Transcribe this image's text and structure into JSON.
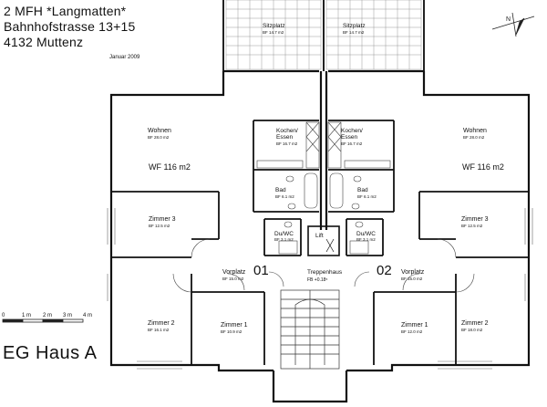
{
  "header": {
    "line1": "2 MFH *Langmatten*",
    "line2": "Bahnhofstrasse 13+15",
    "line3": "4132 Muttenz",
    "date": "Januar 2009"
  },
  "house_label": "EG Haus A",
  "scale": {
    "labels": [
      "0",
      "1 m",
      "2 m",
      "3 m",
      "4 m"
    ]
  },
  "north_arrow": {
    "label": "N"
  },
  "units": [
    {
      "number": "01",
      "wf_label": "WF 116 m2"
    },
    {
      "number": "02",
      "wf_label": "WF 116 m2"
    }
  ],
  "rooms_left": {
    "sitzplatz": {
      "name": "Sitzplatz",
      "area": "BF 14.7 m2"
    },
    "wohnen": {
      "name": "Wohnen",
      "area": "BF 28.0 m2"
    },
    "kochen": {
      "name": "Kochen/\nEssen",
      "line1": "Kochen/",
      "line2": "Essen",
      "area": "BF 16.7 m2"
    },
    "bad": {
      "name": "Bad",
      "area": "BF 6.1 m2"
    },
    "zimmer3": {
      "name": "Zimmer 3",
      "area": "BF 12.5 m2"
    },
    "duwc": {
      "name": "Du/WC",
      "area": "BF 3.1 m2"
    },
    "vorplatz": {
      "name": "Vorplatz",
      "area": "BF 15.0 m2"
    },
    "zimmer2": {
      "name": "Zimmer 2",
      "area": "BF 16.1 m2"
    },
    "zimmer1": {
      "name": "Zimmer 1",
      "area": "BF 10.9 m2"
    }
  },
  "rooms_right": {
    "sitzplatz": {
      "name": "Sitzplatz",
      "area": "BF 14.7 m2"
    },
    "wohnen": {
      "name": "Wohnen",
      "area": "BF 28.0 m2"
    },
    "kochen": {
      "line1": "Kochen/",
      "line2": "Essen",
      "area": "BF 16.7 m2"
    },
    "bad": {
      "name": "Bad",
      "area": "BF 6.1 m2"
    },
    "zimmer3": {
      "name": "Zimmer 3",
      "area": "BF 12.5 m2"
    },
    "duwc": {
      "name": "Du/WC",
      "area": "BF 3.1 m2"
    },
    "vorplatz": {
      "name": "Vorplatz",
      "area": "BF 15.0 m2"
    },
    "zimmer2": {
      "name": "Zimmer 2",
      "area": "BF 18.0 m2"
    },
    "zimmer1": {
      "name": "Zimmer 1",
      "area": "BF 12.0 m2"
    }
  },
  "core": {
    "lift": "Lift",
    "treppenhaus": "Treppenhaus",
    "treppenhaus_level": "FB +0.18⁵"
  }
}
